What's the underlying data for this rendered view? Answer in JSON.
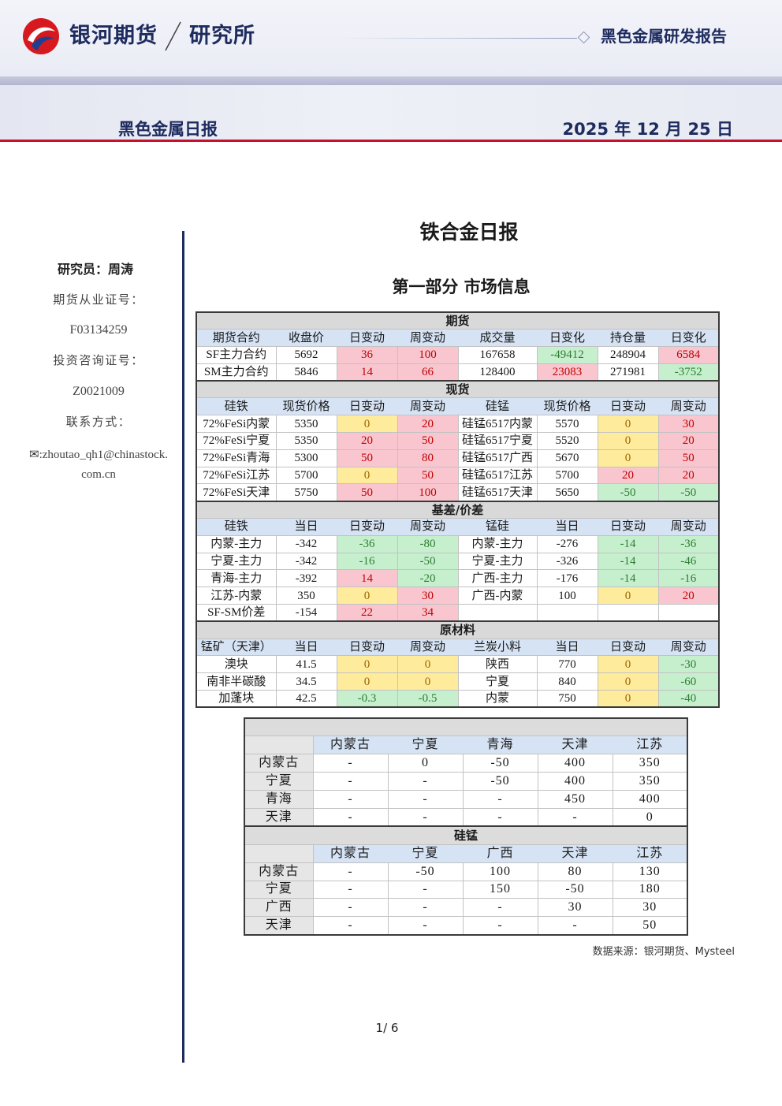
{
  "header": {
    "brand": "银河期货",
    "institute": "研究所",
    "report_type": "黑色金属研发报告",
    "daily_title": "黑色金属日报",
    "date": "2025 年 12 月 25 日"
  },
  "icons": {
    "logo": "yinhe-logo-icon",
    "contact": "envelope-icon",
    "decoration": "diamond-icon"
  },
  "colors": {
    "brand_navy": "#1d2b5e",
    "rule_red": "#c8102e",
    "section_gray": "#d9d9d9",
    "header_blue": "#d6e3f4",
    "rise_fill": "#f9c6cf",
    "fall_fill": "#c6efce",
    "flat_fill": "#ffeb9c"
  },
  "sidebar": {
    "researcher": "研究员：周涛",
    "license_label": "期货从业证号：",
    "license_no": "F03134259",
    "consult_label": "投资咨询证号：",
    "consult_no": "Z0021009",
    "contact_label": "联系方式：",
    "email_line1": ":zhoutao_qh1@chinastock.",
    "email_line2": "com.cn"
  },
  "main": {
    "title": "铁合金日报",
    "section_title": "第一部分 市场信息",
    "source": "数据来源：银河期货、Mysteel",
    "page": "1/ 6"
  },
  "market_table": {
    "sections": [
      {
        "title": "期货",
        "columns": [
          "期货合约",
          "收盘价",
          "日变动",
          "周变动",
          "成交量",
          "日变化",
          "持仓量",
          "日变化"
        ],
        "rows": [
          [
            "SF主力合约",
            "5692",
            {
              "t": "36",
              "bg": "#f9c6cf",
              "fg": "#c00000"
            },
            {
              "t": "100",
              "bg": "#f9c6cf",
              "fg": "#c00000"
            },
            "167658",
            {
              "t": "-49412",
              "bg": "#c6efce",
              "fg": "#2e7d32"
            },
            "248904",
            {
              "t": "6584",
              "bg": "#f9c6cf",
              "fg": "#c00000"
            }
          ],
          [
            "SM主力合约",
            "5846",
            {
              "t": "14",
              "bg": "#f9c6cf",
              "fg": "#c00000"
            },
            {
              "t": "66",
              "bg": "#f9c6cf",
              "fg": "#c00000"
            },
            "128400",
            {
              "t": "23083",
              "bg": "#f9c6cf",
              "fg": "#c00000"
            },
            "271981",
            {
              "t": "-3752",
              "bg": "#c6efce",
              "fg": "#2e7d32"
            }
          ]
        ]
      },
      {
        "title": "现货",
        "columns": [
          "硅铁",
          "现货价格",
          "日变动",
          "周变动",
          "硅锰",
          "现货价格",
          "日变动",
          "周变动"
        ],
        "rows": [
          [
            "72%FeSi内蒙",
            "5350",
            {
              "t": "0",
              "bg": "#ffeb9c",
              "fg": "#9c6500"
            },
            {
              "t": "20",
              "bg": "#f9c6cf",
              "fg": "#c00000"
            },
            "硅锰6517内蒙",
            "5570",
            {
              "t": "0",
              "bg": "#ffeb9c",
              "fg": "#9c6500"
            },
            {
              "t": "30",
              "bg": "#f9c6cf",
              "fg": "#c00000"
            }
          ],
          [
            "72%FeSi宁夏",
            "5350",
            {
              "t": "20",
              "bg": "#f9c6cf",
              "fg": "#c00000"
            },
            {
              "t": "50",
              "bg": "#f9c6cf",
              "fg": "#c00000"
            },
            "硅锰6517宁夏",
            "5520",
            {
              "t": "0",
              "bg": "#ffeb9c",
              "fg": "#9c6500"
            },
            {
              "t": "20",
              "bg": "#f9c6cf",
              "fg": "#c00000"
            }
          ],
          [
            "72%FeSi青海",
            "5300",
            {
              "t": "50",
              "bg": "#f9c6cf",
              "fg": "#c00000"
            },
            {
              "t": "80",
              "bg": "#f9c6cf",
              "fg": "#c00000"
            },
            "硅锰6517广西",
            "5670",
            {
              "t": "0",
              "bg": "#ffeb9c",
              "fg": "#9c6500"
            },
            {
              "t": "50",
              "bg": "#f9c6cf",
              "fg": "#c00000"
            }
          ],
          [
            "72%FeSi江苏",
            "5700",
            {
              "t": "0",
              "bg": "#ffeb9c",
              "fg": "#9c6500"
            },
            {
              "t": "50",
              "bg": "#f9c6cf",
              "fg": "#c00000"
            },
            "硅锰6517江苏",
            "5700",
            {
              "t": "20",
              "bg": "#f9c6cf",
              "fg": "#c00000"
            },
            {
              "t": "20",
              "bg": "#f9c6cf",
              "fg": "#c00000"
            }
          ],
          [
            "72%FeSi天津",
            "5750",
            {
              "t": "50",
              "bg": "#f9c6cf",
              "fg": "#c00000"
            },
            {
              "t": "100",
              "bg": "#f9c6cf",
              "fg": "#c00000"
            },
            "硅锰6517天津",
            "5650",
            {
              "t": "-50",
              "bg": "#c6efce",
              "fg": "#2e7d32"
            },
            {
              "t": "-50",
              "bg": "#c6efce",
              "fg": "#2e7d32"
            }
          ]
        ]
      },
      {
        "title": "基差/价差",
        "columns": [
          "硅铁",
          "当日",
          "日变动",
          "周变动",
          "锰硅",
          "当日",
          "日变动",
          "周变动"
        ],
        "rows": [
          [
            "内蒙-主力",
            "-342",
            {
              "t": "-36",
              "bg": "#c6efce",
              "fg": "#2e7d32"
            },
            {
              "t": "-80",
              "bg": "#c6efce",
              "fg": "#2e7d32"
            },
            "内蒙-主力",
            "-276",
            {
              "t": "-14",
              "bg": "#c6efce",
              "fg": "#2e7d32"
            },
            {
              "t": "-36",
              "bg": "#c6efce",
              "fg": "#2e7d32"
            }
          ],
          [
            "宁夏-主力",
            "-342",
            {
              "t": "-16",
              "bg": "#c6efce",
              "fg": "#2e7d32"
            },
            {
              "t": "-50",
              "bg": "#c6efce",
              "fg": "#2e7d32"
            },
            "宁夏-主力",
            "-326",
            {
              "t": "-14",
              "bg": "#c6efce",
              "fg": "#2e7d32"
            },
            {
              "t": "-46",
              "bg": "#c6efce",
              "fg": "#2e7d32"
            }
          ],
          [
            "青海-主力",
            "-392",
            {
              "t": "14",
              "bg": "#f9c6cf",
              "fg": "#c00000"
            },
            {
              "t": "-20",
              "bg": "#c6efce",
              "fg": "#2e7d32"
            },
            "广西-主力",
            "-176",
            {
              "t": "-14",
              "bg": "#c6efce",
              "fg": "#2e7d32"
            },
            {
              "t": "-16",
              "bg": "#c6efce",
              "fg": "#2e7d32"
            }
          ],
          [
            "江苏-内蒙",
            "350",
            {
              "t": "0",
              "bg": "#ffeb9c",
              "fg": "#9c6500"
            },
            {
              "t": "30",
              "bg": "#f9c6cf",
              "fg": "#c00000"
            },
            "广西-内蒙",
            "100",
            {
              "t": "0",
              "bg": "#ffeb9c",
              "fg": "#9c6500"
            },
            {
              "t": "20",
              "bg": "#f9c6cf",
              "fg": "#c00000"
            }
          ],
          [
            "SF-SM价差",
            "-154",
            {
              "t": "22",
              "bg": "#f9c6cf",
              "fg": "#c00000"
            },
            {
              "t": "34",
              "bg": "#f9c6cf",
              "fg": "#c00000"
            },
            "",
            "",
            "",
            ""
          ]
        ]
      },
      {
        "title": "原材料",
        "columns": [
          "锰矿（天津）",
          "当日",
          "日变动",
          "周变动",
          "兰炭小料",
          "当日",
          "日变动",
          "周变动"
        ],
        "rows": [
          [
            "澳块",
            "41.5",
            {
              "t": "0",
              "bg": "#ffeb9c",
              "fg": "#9c6500"
            },
            {
              "t": "0",
              "bg": "#ffeb9c",
              "fg": "#9c6500"
            },
            "陕西",
            "770",
            {
              "t": "0",
              "bg": "#ffeb9c",
              "fg": "#9c6500"
            },
            {
              "t": "-30",
              "bg": "#c6efce",
              "fg": "#2e7d32"
            }
          ],
          [
            "南非半碳酸",
            "34.5",
            {
              "t": "0",
              "bg": "#ffeb9c",
              "fg": "#9c6500"
            },
            {
              "t": "0",
              "bg": "#ffeb9c",
              "fg": "#9c6500"
            },
            "宁夏",
            "840",
            {
              "t": "0",
              "bg": "#ffeb9c",
              "fg": "#9c6500"
            },
            {
              "t": "-60",
              "bg": "#c6efce",
              "fg": "#2e7d32"
            }
          ],
          [
            "加蓬块",
            "42.5",
            {
              "t": "-0.3",
              "bg": "#c6efce",
              "fg": "#2e7d32"
            },
            {
              "t": "-0.5",
              "bg": "#c6efce",
              "fg": "#2e7d32"
            },
            "内蒙",
            "750",
            {
              "t": "0",
              "bg": "#ffeb9c",
              "fg": "#9c6500"
            },
            {
              "t": "-40",
              "bg": "#c6efce",
              "fg": "#2e7d32"
            }
          ]
        ]
      }
    ]
  },
  "spread_table": {
    "sections": [
      {
        "columns": [
          "",
          "内蒙古",
          "宁夏",
          "青海",
          "天津",
          "江苏"
        ],
        "rows": [
          [
            "内蒙古",
            "-",
            "0",
            "-50",
            "400",
            "350"
          ],
          [
            "宁夏",
            "-",
            "-",
            "-50",
            "400",
            "350"
          ],
          [
            "青海",
            "-",
            "-",
            "-",
            "450",
            "400"
          ],
          [
            "天津",
            "-",
            "-",
            "-",
            "-",
            "0"
          ]
        ]
      },
      {
        "title": "硅锰",
        "columns": [
          "",
          "内蒙古",
          "宁夏",
          "广西",
          "天津",
          "江苏"
        ],
        "rows": [
          [
            "内蒙古",
            "-",
            "-50",
            "100",
            "80",
            "130"
          ],
          [
            "宁夏",
            "-",
            "-",
            "150",
            "-50",
            "180"
          ],
          [
            "广西",
            "-",
            "-",
            "-",
            "30",
            "30"
          ],
          [
            "天津",
            "-",
            "-",
            "-",
            "-",
            "50"
          ]
        ]
      }
    ]
  }
}
